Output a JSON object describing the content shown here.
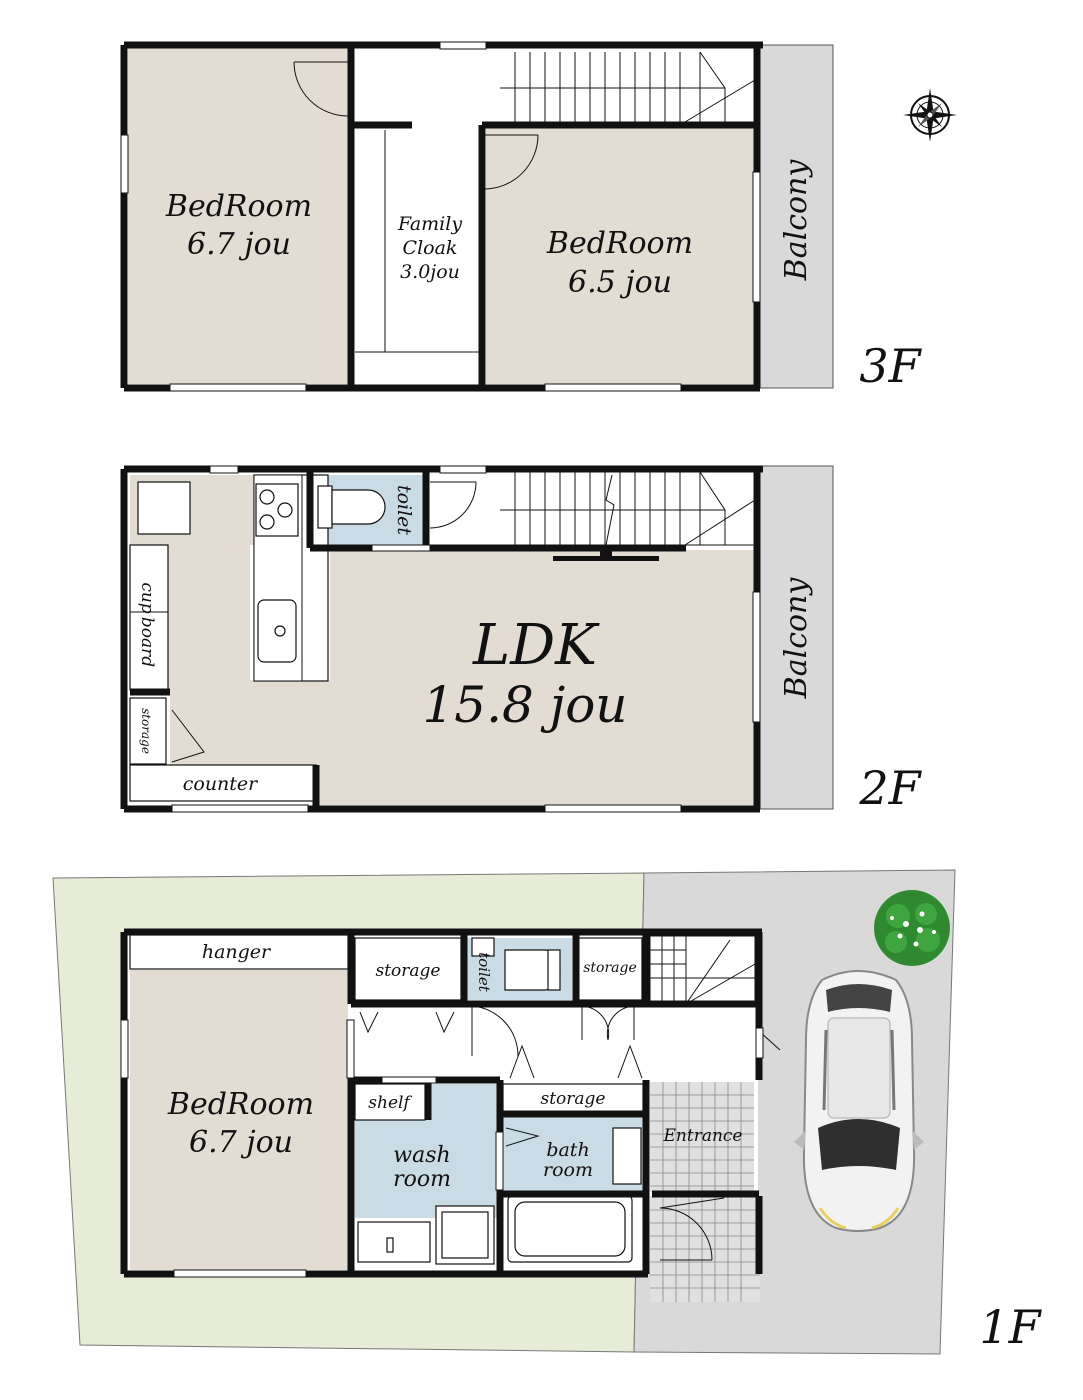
{
  "floors": {
    "third": {
      "label": "3F",
      "bedroom_a": {
        "name": "BedRoom",
        "size": "6.7 jou"
      },
      "cloak": {
        "line1": "Family",
        "line2": "Cloak",
        "line3": "3.0jou"
      },
      "bedroom_b": {
        "name": "BedRoom",
        "size": "6.5 jou"
      },
      "balcony": "Balcony"
    },
    "second": {
      "label": "2F",
      "ldk": {
        "name": "LDK",
        "size": "15.8 jou"
      },
      "toilet": "toilet",
      "cupboard_a": "cup",
      "cupboard_b": "board",
      "storage": "storage",
      "counter": "counter",
      "balcony": "Balcony"
    },
    "first": {
      "label": "1F",
      "hanger": "hanger",
      "bedroom": {
        "name": "BedRoom",
        "size": "6.7 jou"
      },
      "storage_a": "storage",
      "toilet": "toilet",
      "storage_b": "storage",
      "shelf": "shelf",
      "storage_c": "storage",
      "wash": {
        "line1": "wash",
        "line2": "room"
      },
      "bath": {
        "line1": "bath",
        "line2": "room"
      },
      "entrance": "Entrance"
    }
  },
  "colors": {
    "room_fill": "#e3dcd2",
    "balcony_fill": "#d9d9d9",
    "wet_fill": "#c9dbe5",
    "garden_fill": "#e6ecd6",
    "parking_fill": "#d9d9d9",
    "wall": "#111111",
    "tree": "#2f8a2f"
  },
  "icons": [
    "compass-icon",
    "car-icon",
    "tree-icon"
  ]
}
